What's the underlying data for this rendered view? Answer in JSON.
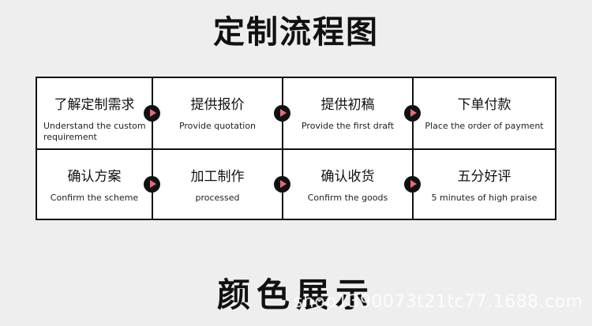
{
  "header": {
    "title": "定制流程图"
  },
  "steps_row1": [
    {
      "cn": "了解定制需求",
      "en": "Understand the custom requirement"
    },
    {
      "cn": "提供报价",
      "en": "Provide quotation"
    },
    {
      "cn": "提供初稿",
      "en": "Provide the first draft"
    },
    {
      "cn": "下单付款",
      "en": "Place the order of payment"
    }
  ],
  "steps_row2": [
    {
      "cn": "确认方案",
      "en": "Confirm the scheme"
    },
    {
      "cn": "加工制作",
      "en": "processed"
    },
    {
      "cn": "确认收货",
      "en": "Confirm the goods"
    },
    {
      "cn": "五分好评",
      "en": "5 minutes of high praise"
    }
  ],
  "footer": {
    "title": "颜色展示",
    "watermark": "shop1390073t21tc77.1688.com"
  },
  "colors": {
    "background": "#eeeeee",
    "arrow_circle": "#111111",
    "arrow_triangle": "#e96a74"
  },
  "icons": {
    "arrow": "play-arrow-icon"
  }
}
